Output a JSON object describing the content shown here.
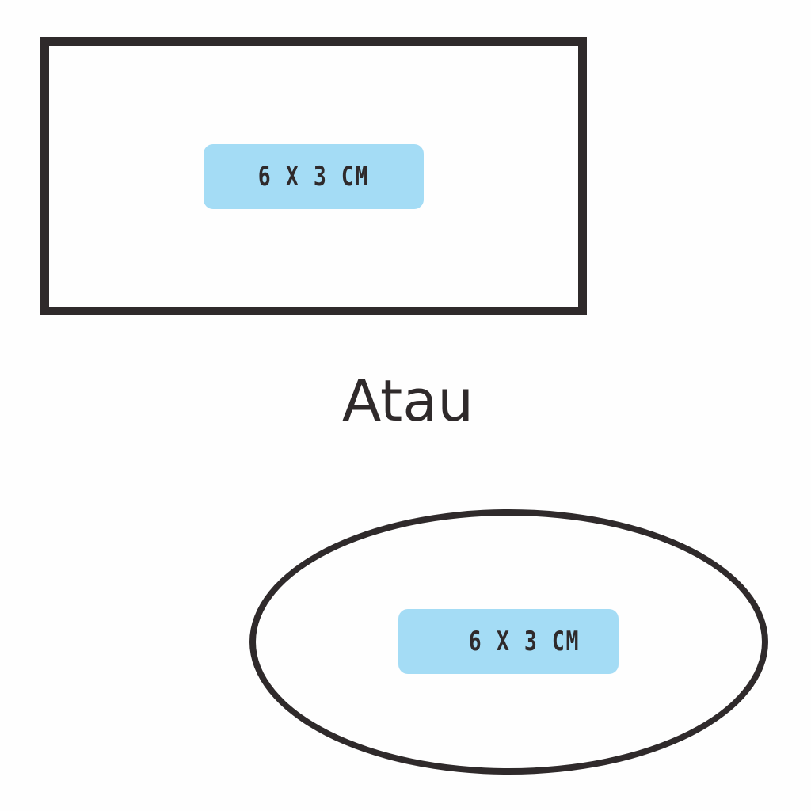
{
  "colors": {
    "outline": "#2f2a2b",
    "badge_fill": "#a4dcf5",
    "background": "#fefefe"
  },
  "rectangle_option": {
    "size_label": "6 X 3 CM"
  },
  "separator": {
    "text": "Atau"
  },
  "ellipse_option": {
    "size_label": "6 X 3 CM"
  }
}
